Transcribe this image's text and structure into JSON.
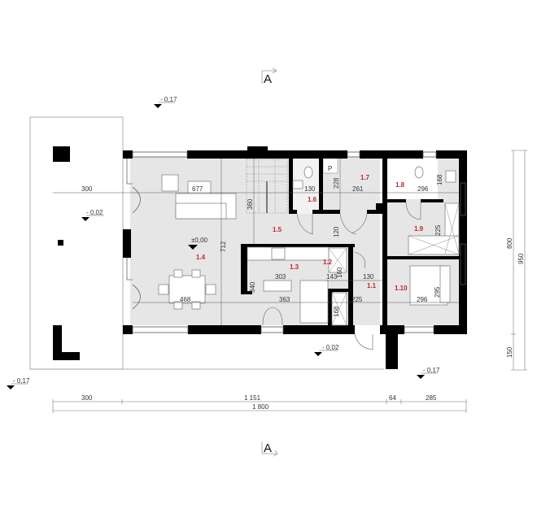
{
  "section_marker": {
    "top": "A",
    "bottom": "A"
  },
  "levels": {
    "top_terrain": "- 0,17",
    "terrace": "- 0,02",
    "floor": "±0,00",
    "entrance": "- 0,02",
    "bottom_left": "- 0,17",
    "bottom_right": "- 0,17"
  },
  "rooms": [
    {
      "id": "1.1"
    },
    {
      "id": "1.2"
    },
    {
      "id": "1.3"
    },
    {
      "id": "1.4"
    },
    {
      "id": "1.5"
    },
    {
      "id": "1.6"
    },
    {
      "id": "1.7"
    },
    {
      "id": "1.8"
    },
    {
      "id": "1.9"
    },
    {
      "id": "1.10"
    }
  ],
  "interior_dims": {
    "terrace_width": "300",
    "living_length": "677",
    "stair_length": "360",
    "living_depth": "712",
    "wc_width": "130",
    "boiler_depth": "228",
    "boiler_width": "261",
    "bath_width": "296",
    "bath_depth": "168",
    "corridor_width": "120",
    "hall_depth": "225",
    "kitchen_width": "303",
    "kitchen_depth": "340",
    "dining_width": "468",
    "kitchen_total": "363",
    "pantry_depth": "160",
    "pantry_width": "143",
    "entry_width": "130",
    "entry_length": "225",
    "closet_depth": "168",
    "bed_width": "296",
    "bed_depth": "295"
  },
  "pantry_label": "P",
  "outer_dims": {
    "bottom": [
      "300",
      "1 151",
      "64",
      "285"
    ],
    "total": "1 800",
    "right": [
      "800",
      "150"
    ],
    "right_total": "950"
  },
  "colors": {
    "wall": "#000000",
    "floor": "#e6e6e6",
    "room_label": "#c0282d",
    "line": "#555555"
  }
}
